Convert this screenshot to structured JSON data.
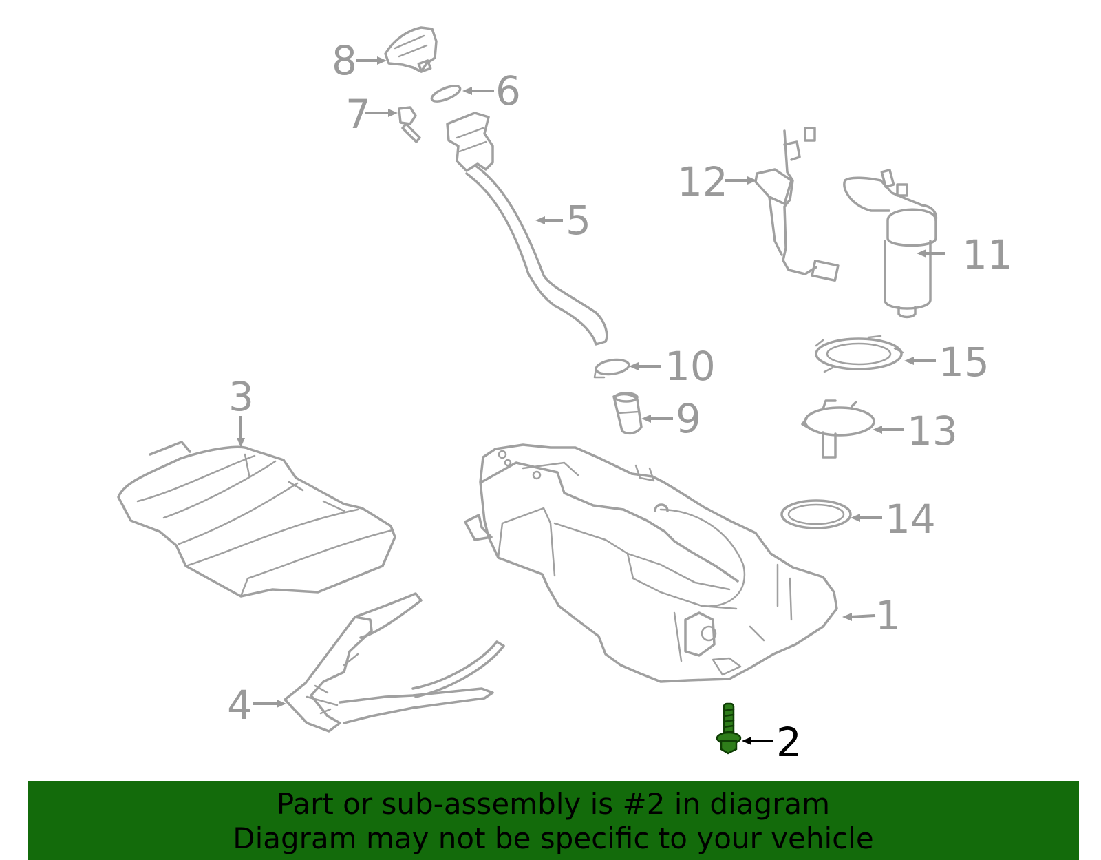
{
  "callouts": [
    {
      "id": "1",
      "label": "1",
      "highlighted": false
    },
    {
      "id": "2",
      "label": "2",
      "highlighted": true
    },
    {
      "id": "3",
      "label": "3",
      "highlighted": false
    },
    {
      "id": "4",
      "label": "4",
      "highlighted": false
    },
    {
      "id": "5",
      "label": "5",
      "highlighted": false
    },
    {
      "id": "6",
      "label": "6",
      "highlighted": false
    },
    {
      "id": "7",
      "label": "7",
      "highlighted": false
    },
    {
      "id": "8",
      "label": "8",
      "highlighted": false
    },
    {
      "id": "9",
      "label": "9",
      "highlighted": false
    },
    {
      "id": "10",
      "label": "10",
      "highlighted": false
    },
    {
      "id": "11",
      "label": "11",
      "highlighted": false
    },
    {
      "id": "12",
      "label": "12",
      "highlighted": false
    },
    {
      "id": "13",
      "label": "13",
      "highlighted": false
    },
    {
      "id": "14",
      "label": "14",
      "highlighted": false
    },
    {
      "id": "15",
      "label": "15",
      "highlighted": false
    }
  ],
  "banner": {
    "line1": "Part or sub-assembly is #2 in diagram",
    "line2": "Diagram may not be specific to your vehicle"
  },
  "colors": {
    "banner_bg": "#136b0b",
    "highlight_part": "#2e7d1a",
    "line_art": "#a0a0a0"
  }
}
